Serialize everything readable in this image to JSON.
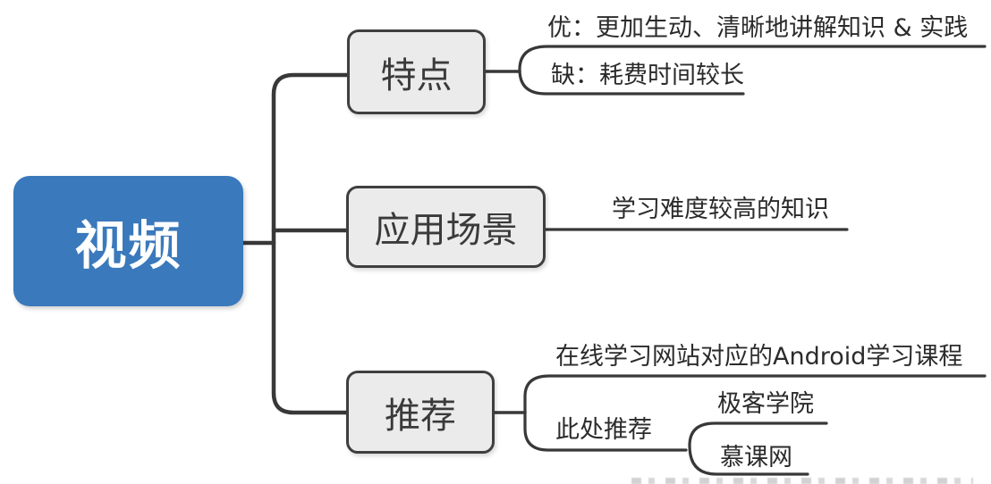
{
  "mindmap": {
    "root": {
      "label": "视频"
    },
    "branches": [
      {
        "label": "特点",
        "children": [
          {
            "label": "优：更加生动、清晰地讲解知识 & 实践"
          },
          {
            "label": "缺：耗费时间较长"
          }
        ]
      },
      {
        "label": "应用场景",
        "children": [
          {
            "label": "学习难度较高的知识"
          }
        ]
      },
      {
        "label": "推荐",
        "children": [
          {
            "label": "在线学习网站对应的Android学习课程"
          },
          {
            "label": "此处推荐",
            "children": [
              {
                "label": "极客学院"
              },
              {
                "label": "慕课网"
              }
            ]
          }
        ]
      }
    ]
  },
  "colors": {
    "canvas_bg": "#ffffff",
    "root_bg": "#3a79bb",
    "root_text": "#ffffff",
    "node_bg": "#ebebeb",
    "node_border": "#3f3f3f",
    "node_text": "#3a3a3a",
    "leaf_text": "#2b2b2b",
    "line": "#383838"
  }
}
